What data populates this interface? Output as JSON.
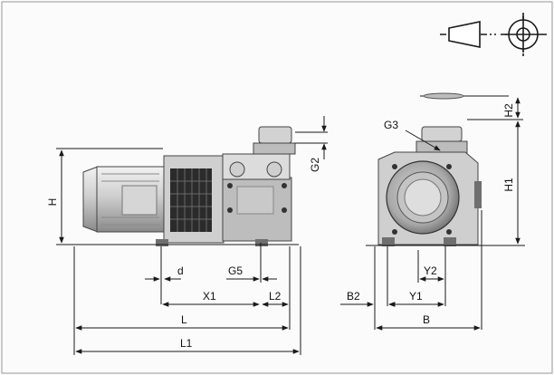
{
  "drawing": {
    "labels": {
      "H": "H",
      "H1": "H1",
      "H2": "H2",
      "G2": "G2",
      "G3": "G3",
      "d": "d",
      "G5": "G5",
      "X1": "X1",
      "L2": "L2",
      "L": "L",
      "L1": "L1",
      "Y2": "Y2",
      "Y1": "Y1",
      "B2": "B2",
      "B": "B"
    },
    "projection_symbol": "first-angle-projection-icon",
    "colors": {
      "line": "#1a1a1a",
      "body_light": "#e4e4e4",
      "body_mid": "#bdbdbd",
      "body_dark": "#6f6f6f",
      "grille": "#2b2b2b"
    }
  }
}
